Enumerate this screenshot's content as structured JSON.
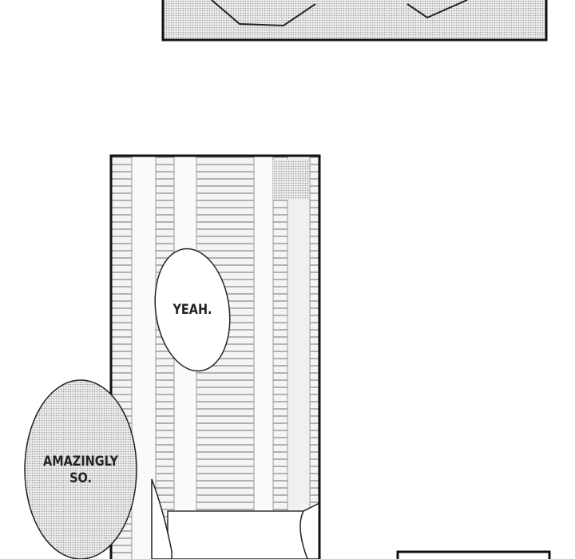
{
  "panels": [
    {
      "id": "top-panel"
    },
    {
      "id": "escalator-panel"
    },
    {
      "id": "bottom-right-panel"
    }
  ],
  "dialogue": {
    "yeah": "YEAH.",
    "amazingly_line1": "AMAZINGLY",
    "amazingly_line2": "SO."
  },
  "colors": {
    "ink": "#111111",
    "screentone": "#d9d9d9",
    "paper": "#ffffff"
  }
}
